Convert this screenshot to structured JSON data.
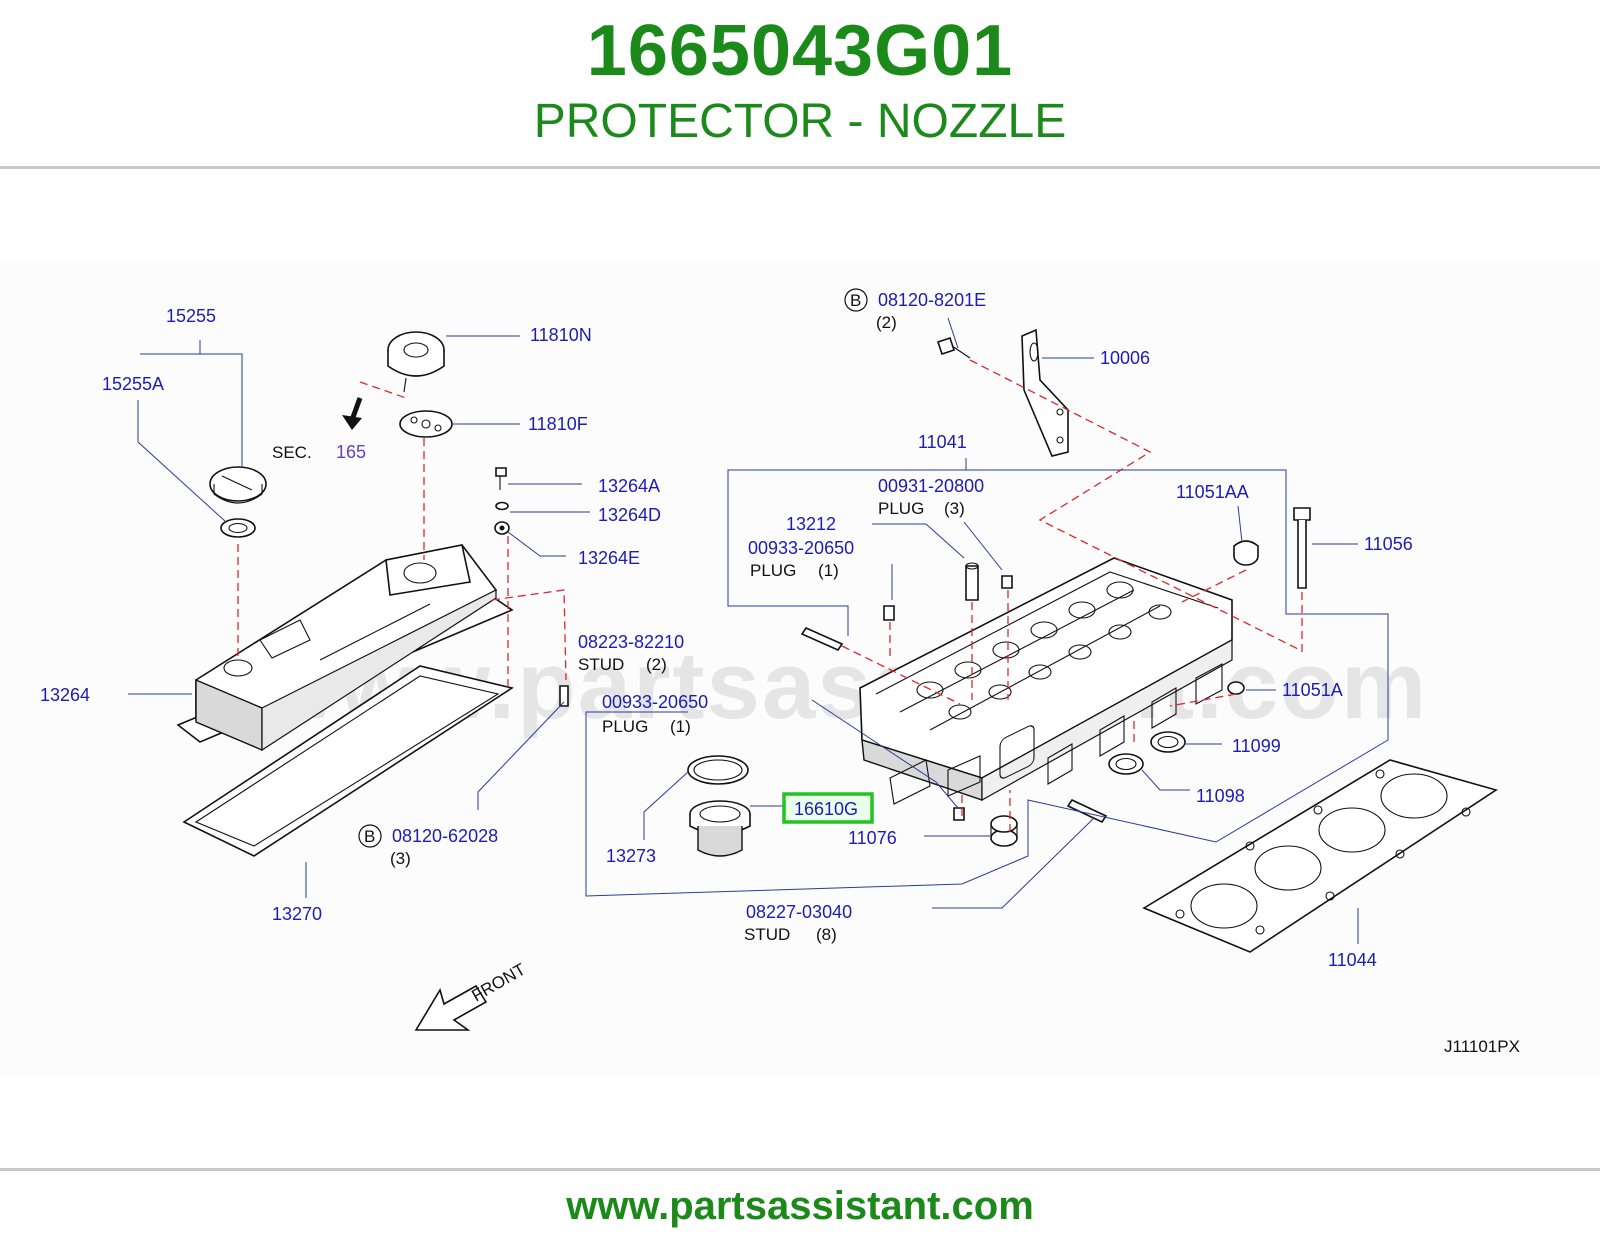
{
  "header": {
    "part_number": "1665043G01",
    "part_name": "PROTECTOR - NOZZLE"
  },
  "footer": {
    "url": "www.partsassistant.com"
  },
  "diagram": {
    "watermark": "www.partsassistant.com",
    "diagram_code": "J11101PX",
    "front_label": "FRONT",
    "sec_label": "SEC.",
    "sec_ref": "165",
    "highlight_part": "16610G",
    "labels": {
      "p15255": "15255",
      "p15255A": "15255A",
      "p11810N": "11810N",
      "p11810F": "11810F",
      "p13264A": "13264A",
      "p13264D": "13264D",
      "p13264E": "13264E",
      "p13264": "13264",
      "p08223": "08223-82210",
      "stud2": "STUD",
      "stud2_qty": "(2)",
      "p08120_62028": "08120-62028",
      "p08120_62028_qty": "(3)",
      "p13270": "13270",
      "p08120_8201E": "08120-8201E",
      "p08120_8201E_qty": "(2)",
      "p10006": "10006",
      "p11041": "11041",
      "p00931": "00931-20800",
      "plug3": "PLUG",
      "plug3_qty": "(3)",
      "p13212": "13212",
      "p00933_a": "00933-20650",
      "plug1a": "PLUG",
      "plug1a_qty": "(1)",
      "p00933_b": "00933-20650",
      "plug1b": "PLUG",
      "plug1b_qty": "(1)",
      "p11051AA": "11051AA",
      "p11056": "11056",
      "p11051A": "11051A",
      "p11099": "11099",
      "p11098": "11098",
      "p13273": "13273",
      "p11076": "11076",
      "p08227": "08227-03040",
      "stud8": "STUD",
      "stud8_qty": "(8)",
      "p11044": "11044",
      "bolt_marker": "B"
    }
  },
  "colors": {
    "brand_green": "#1b8a1b",
    "part_blue": "#1c1cb8",
    "highlight": "#22c322",
    "leader": "#2a3aa0",
    "dashed": "#e0272b"
  }
}
